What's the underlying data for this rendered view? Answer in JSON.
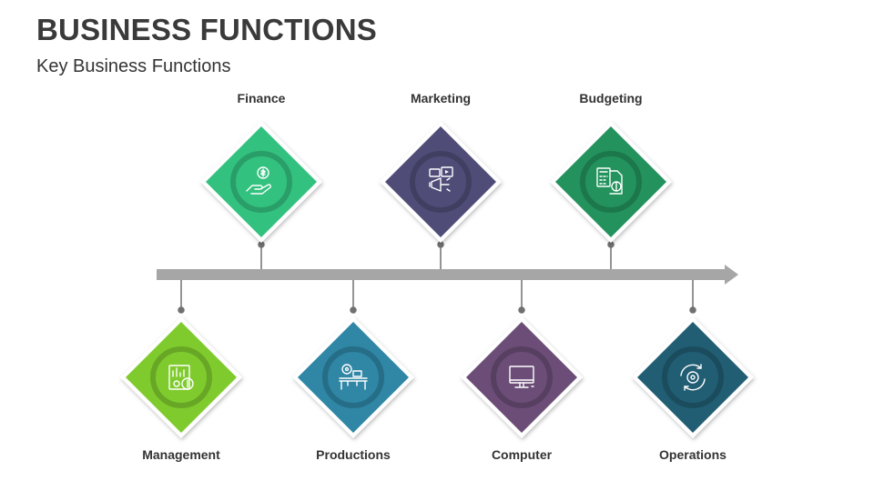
{
  "header": {
    "title": "BUSINESS FUNCTIONS",
    "subtitle": "Key Business Functions"
  },
  "colors": {
    "timeline": "#a6a6a6",
    "finance": "#33c17f",
    "marketing": "#4f4d78",
    "budgeting": "#23925c",
    "management": "#7fcb2e",
    "productions": "#2f86a5",
    "computer": "#6b4d77",
    "operations": "#215d73"
  },
  "functions_top": [
    {
      "label": "Finance",
      "icon": "hand-coin-icon"
    },
    {
      "label": "Marketing",
      "icon": "megaphone-icon"
    },
    {
      "label": "Budgeting",
      "icon": "calculator-document-icon"
    }
  ],
  "functions_bottom": [
    {
      "label": "Management",
      "icon": "report-coin-icon"
    },
    {
      "label": "Productions",
      "icon": "production-line-icon"
    },
    {
      "label": "Computer",
      "icon": "monitor-icon"
    },
    {
      "label": "Operations",
      "icon": "gear-cycle-icon"
    }
  ]
}
